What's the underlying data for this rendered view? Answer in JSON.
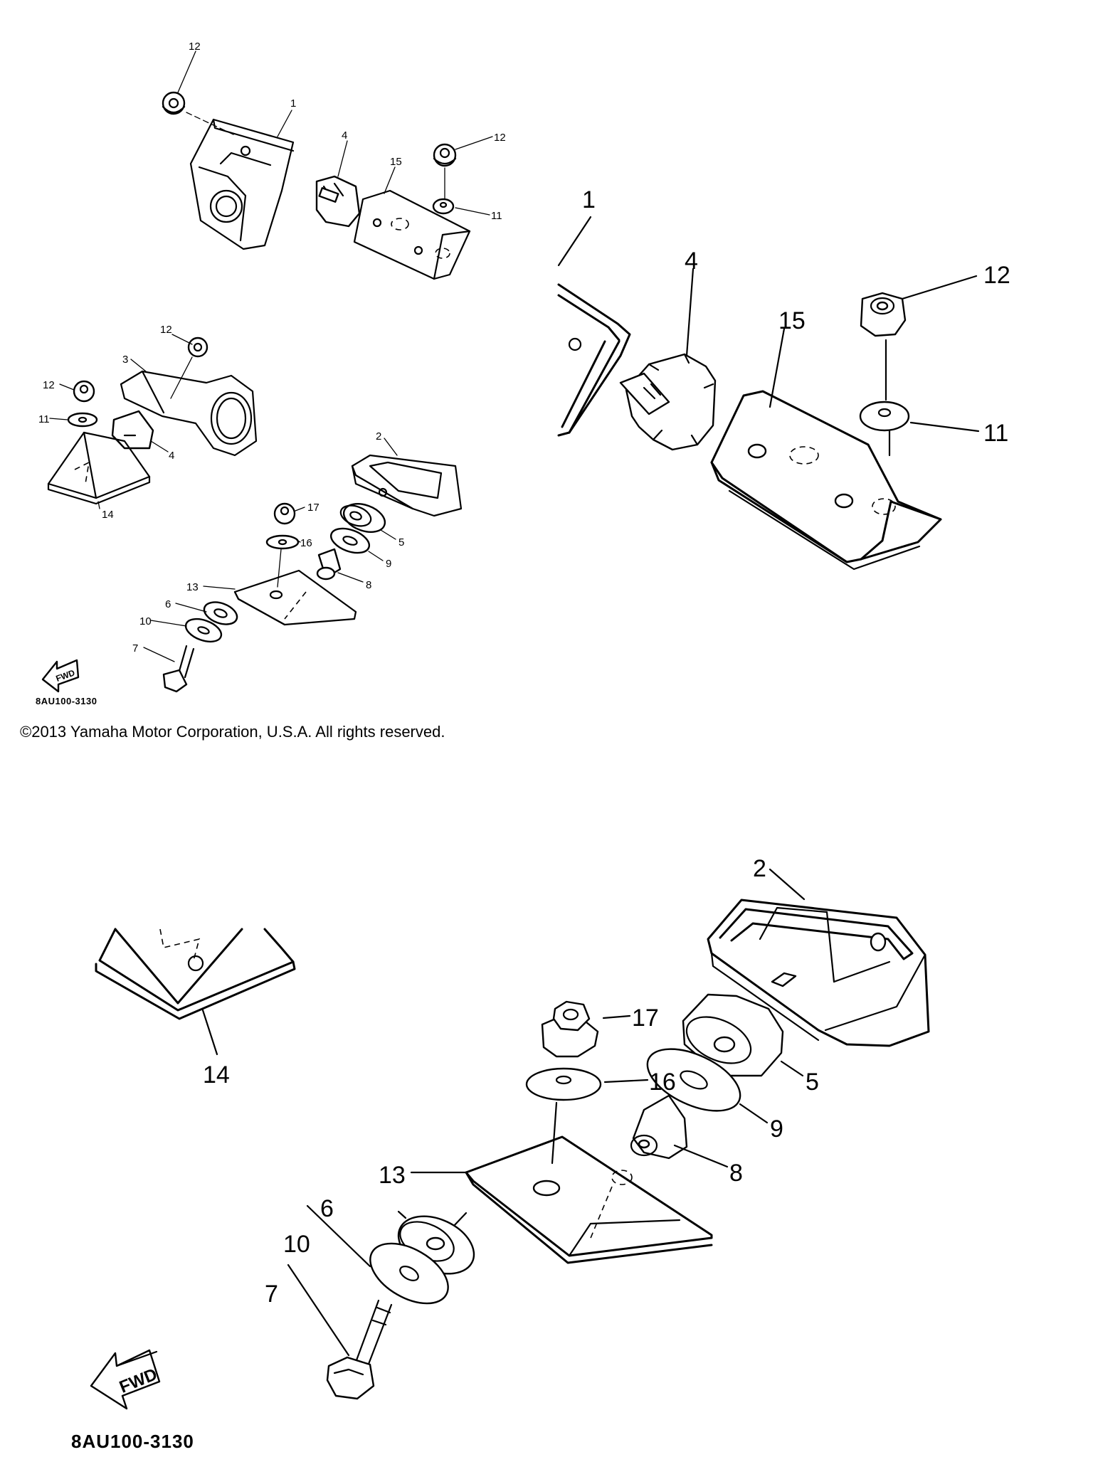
{
  "copyright": "©2013 Yamaha Motor Corporation, U.S.A. All rights reserved.",
  "diagram_code": "8AU100-3130",
  "fwd_label": "FWD",
  "callouts": [
    "1",
    "2",
    "3",
    "4",
    "5",
    "6",
    "7",
    "8",
    "9",
    "10",
    "11",
    "12",
    "13",
    "14",
    "15",
    "16",
    "17"
  ]
}
